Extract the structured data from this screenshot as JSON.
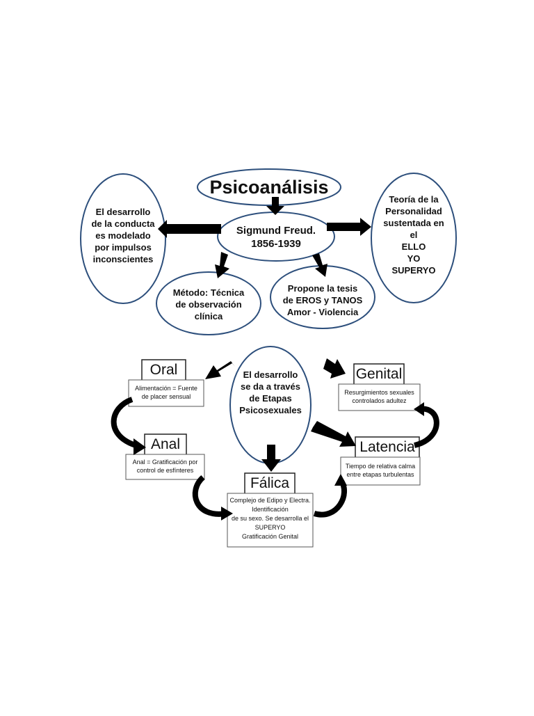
{
  "diagram": {
    "title": "Psicoanálisis",
    "author": "Sigmund Freud.\n1856-1939",
    "left_node": "El desarrollo\nde la conducta\nes modelado\npor impulsos\ninconscientes",
    "right_node": "Teoría de la\nPersonalidad\nsustentada en\nel\nELLO\nYO\nSUPERYO",
    "method_node": "Método: Técnica\nde observación\nclínica",
    "thesis_node": "Propone la tesis\nde EROS y TANOS\nAmor - Violencia",
    "center_node": "El desarrollo\nse da a través\nde  Etapas\nPsicosexuales",
    "stages": [
      {
        "id": "oral",
        "title": "Oral",
        "description": "Alimentación = Fuente\nde placer sensual"
      },
      {
        "id": "anal",
        "title": "Anal",
        "description": "Anal = Gratificación por\ncontrol de esfínteres"
      },
      {
        "id": "falica",
        "title": "Fálica",
        "description": "Complejo de Edipo y Electra.\nIdentificación\nde su sexo. Se desarrolla el\nSUPERYO\nGratificación Genital"
      },
      {
        "id": "latencia",
        "title": "Latencia",
        "description": "Tiempo de relativa calma\nentre etapas turbulentas"
      },
      {
        "id": "genital",
        "title": "Genital",
        "description": "Resurgimientos sexuales\ncontrolados adultez"
      }
    ],
    "colors": {
      "stroke": "#2d4f7c",
      "arrow": "#000000",
      "background": "#ffffff"
    }
  }
}
